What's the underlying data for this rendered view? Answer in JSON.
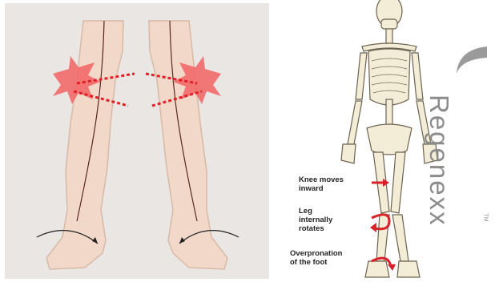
{
  "labels": {
    "knee": "Knee moves\ninward",
    "leg": "Leg\ninternally\nrotates",
    "foot": "Overpronation\nof the foot"
  },
  "brand": {
    "name": "Regenexx",
    "mark": "TM"
  },
  "colors": {
    "panel_bg": "#e9e6e3",
    "skin": "#f1d8c8",
    "skin_outline": "#d8b9a6",
    "pain_burst": "#f26a6a",
    "dotted_line": "#e01f26",
    "bone": "#f3ecd6",
    "bone_outline": "#6b6250",
    "arrow_red": "#d9232a",
    "brand_gray": "#8c8c8c"
  },
  "icons": [
    "pain-burst-icon",
    "rotation-arrow-icon",
    "red-arrow-icon",
    "logo-swoosh-icon"
  ]
}
